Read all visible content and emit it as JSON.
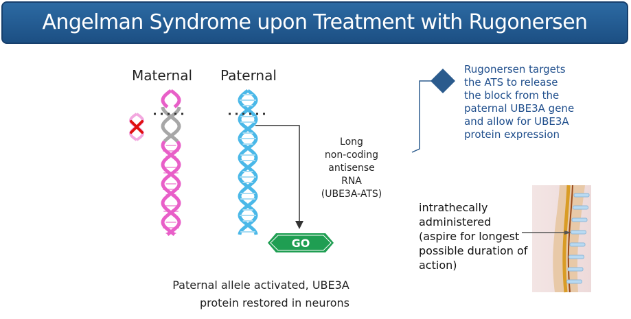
{
  "title": "Angelman Syndrome upon Treatment with Rugonersen",
  "maternal_label": "Maternal",
  "paternal_label": "Paternal",
  "rna_label": [
    "Long",
    "non-coding",
    "antisense",
    "RNA",
    "(UBE3A-ATS)"
  ],
  "go_label": "GO",
  "caption": [
    "Paternal allele activated, UBE3A",
    "protein restored in neurons"
  ],
  "callout": [
    "Rugonersen targets",
    "the ATS to release",
    "the block from the",
    "paternal UBE3A gene",
    "and allow for UBE3A",
    "protein expression"
  ],
  "intrathecal": [
    "intrathecally",
    "administered",
    "(aspire for longest",
    "possible duration of",
    "action)"
  ],
  "colors": {
    "maternal": "#e85fc8",
    "paternal": "#4ab8e8",
    "silenced": "#a7a7a7",
    "go": "#1f9e52",
    "cross": "#e01010",
    "accent": "#2b5b8d"
  }
}
